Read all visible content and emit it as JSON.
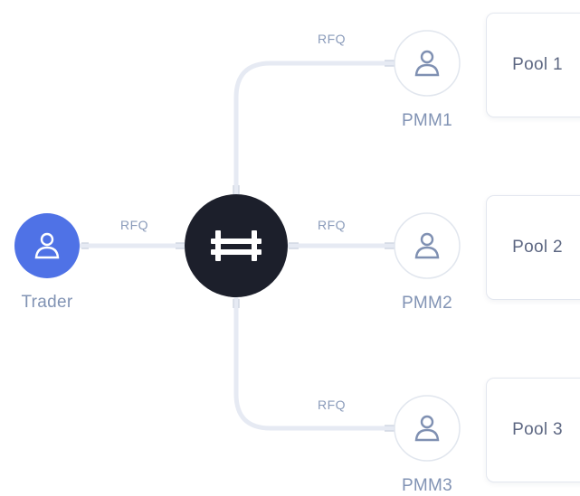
{
  "colors": {
    "connector": "#e6eaf3",
    "connector_tick": "#cfd6e2",
    "trader_fill": "#4f72e6",
    "trader_icon": "#ffffff",
    "hub_fill": "#1c1f2b",
    "hub_icon": "#ffffff",
    "pmm_fill": "#ffffff",
    "pmm_border": "#e1e6ee",
    "pmm_icon": "#7f90b2",
    "label_text": "#8193b4",
    "rfq_text": "#8a9bba",
    "pool_text": "#5d6782"
  },
  "trader": {
    "label": "Trader",
    "icon": "user-icon"
  },
  "hub": {
    "icon": "hashflow-logo"
  },
  "edges": {
    "trader_to_hub": {
      "label": "RFQ"
    },
    "hub_to_pmm1": {
      "label": "RFQ"
    },
    "hub_to_pmm2": {
      "label": "RFQ"
    },
    "hub_to_pmm3": {
      "label": "RFQ"
    }
  },
  "pmms": [
    {
      "label": "PMM1",
      "icon": "user-icon",
      "pool": "Pool 1"
    },
    {
      "label": "PMM2",
      "icon": "user-icon",
      "pool": "Pool 2"
    },
    {
      "label": "PMM3",
      "icon": "user-icon",
      "pool": "Pool 3"
    }
  ]
}
